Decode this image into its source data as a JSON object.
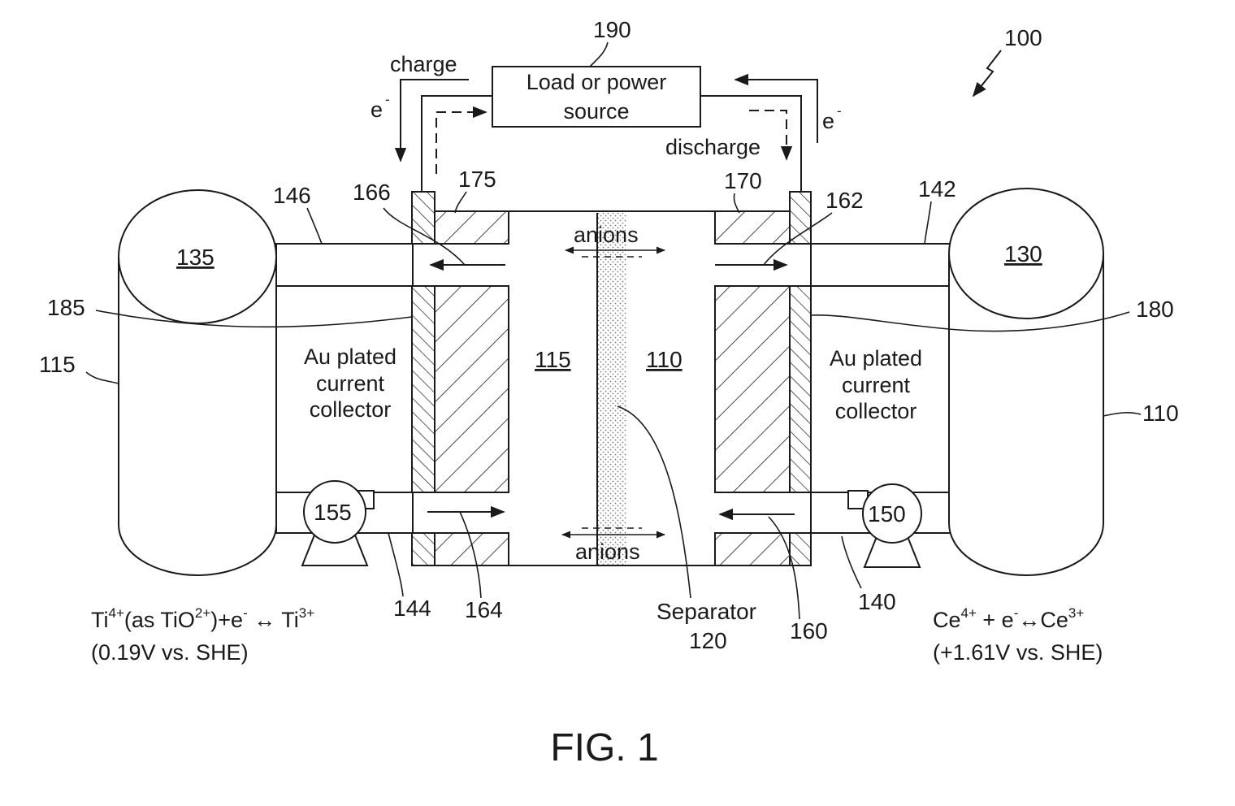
{
  "figure": {
    "caption": "FIG. 1",
    "refs": {
      "r100": "100",
      "r190": "190",
      "r175": "175",
      "r170": "170",
      "r166": "166",
      "r162": "162",
      "r146": "146",
      "r142": "142",
      "r185": "185",
      "r180": "180",
      "r115_left": "115",
      "r110_right": "110",
      "r144": "144",
      "r164": "164",
      "r160": "160",
      "r140": "140",
      "tank135": "135",
      "tank130": "130",
      "pump155": "155",
      "pump150": "150",
      "cell115": "115",
      "cell110": "110",
      "r120": "120"
    },
    "labels": {
      "load_line1": "Load or power",
      "load_line2": "source",
      "charge": "charge",
      "discharge": "discharge",
      "electron": "e",
      "minus": "-",
      "anions_top": "anions",
      "anions_bottom": "anions",
      "separator": "Separator",
      "collector_l1": "Au plated",
      "collector_l2": "current",
      "collector_l3": "collector"
    },
    "equations": {
      "left": {
        "p1": "Ti",
        "s1": "4+",
        "p2": "(as TiO",
        "s2": "2+",
        "p3": ")+e",
        "s3": "-",
        "p4": " ↔ Ti",
        "s4": "3+",
        "line2": "(0.19V vs. SHE)"
      },
      "right": {
        "p1": "Ce",
        "s1": "4+",
        "p2": " + e",
        "s2": "-",
        "p3": "↔Ce",
        "s3": "3+",
        "line2": "(+1.61V vs. SHE)"
      }
    }
  }
}
